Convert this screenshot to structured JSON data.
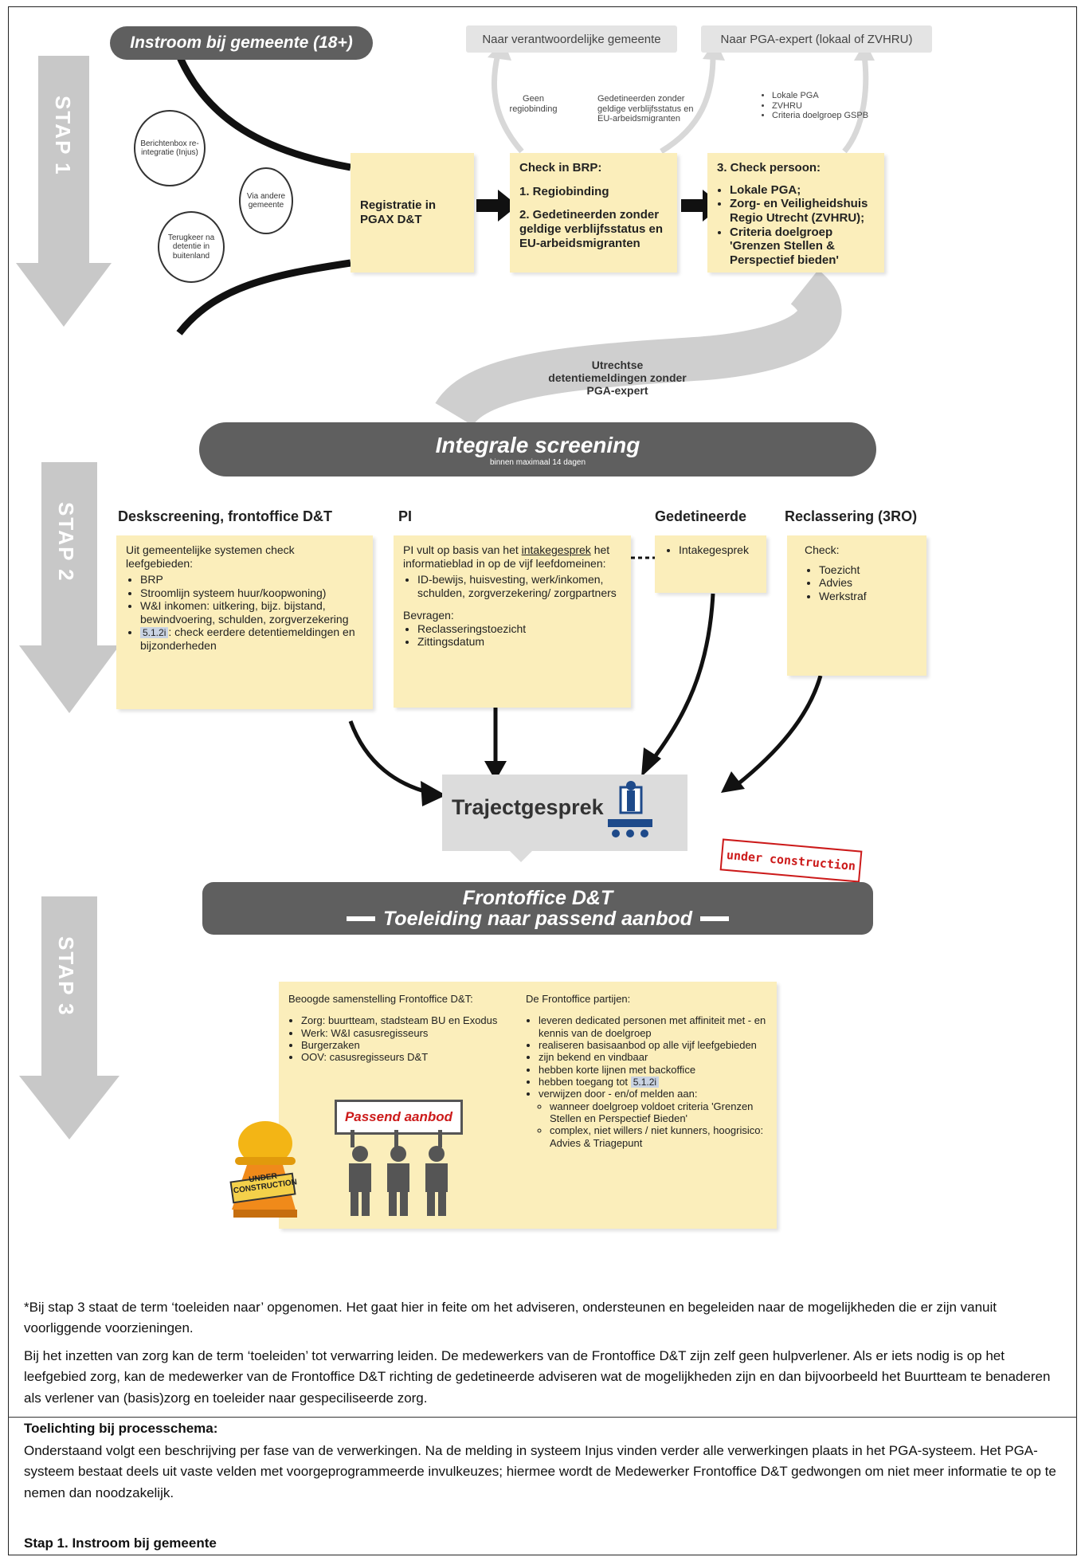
{
  "stap1": {
    "label": "STAP 1",
    "header": "Instroom bij gemeente (18+)",
    "top_tags": [
      "Naar verantwoordelijke gemeente",
      "Naar PGA-expert (lokaal of ZVHRU)"
    ],
    "small_notes": {
      "geen": "Geen regiobinding",
      "gedet": "Gedetineerden zonder geldige verblijfsstatus en EU-arbeidsmigranten",
      "list": [
        "Lokale PGA",
        "ZVHRU",
        "Criteria doelgroep GSPB"
      ]
    },
    "circles": [
      "Berichtenbox re-integratie (Injus)",
      "Via andere gemeente",
      "Terugkeer na detentie in buitenland"
    ],
    "box_registratie": "Registratie in PGAX D&T",
    "box_check_brp": {
      "title": "Check in BRP:",
      "items": [
        "1. Regiobinding",
        "2. Gedetineerden zonder geldige verblijfsstatus en EU-arbeidsmigranten"
      ]
    },
    "box_check_persoon": {
      "title": "3. Check persoon:",
      "items": [
        "Lokale PGA;",
        "Zorg- en Veiligheidshuis Regio Utrecht (ZVHRU);",
        "Criteria doelgroep 'Grenzen Stellen & Perspectief bieden'"
      ]
    },
    "utrechtse": "Utrechtse detentiemeldingen zonder PGA-expert"
  },
  "stap2": {
    "label": "STAP 2",
    "header": "Integrale screening",
    "subheader": "binnen maximaal 14 dagen",
    "col1": {
      "title": "Deskscreening, frontoffice D&T",
      "intro": "Uit gemeentelijke systemen check leefgebieden:",
      "items": [
        "BRP",
        "Stroomlijn systeem huur/koopwoning)",
        "W&I inkomen: uitkering, bijz. bijstand, bewindvoering, schulden, zorgverzekering"
      ],
      "tag": "5.1.2i",
      "last_item": ": check eerdere detentiemeldingen en bijzonderheden"
    },
    "col2": {
      "title": "PI",
      "intro_pre": "PI vult op basis van het ",
      "intro_link": "intakegesprek",
      "intro_post": " het informatieblad in op de vijf leefdomeinen:",
      "items": [
        "ID-bewijs, huisvesting, werk/inkomen, schulden, zorgverzekering/ zorgpartners"
      ],
      "bevragen": "Bevragen:",
      "bevragen_items": [
        "Reclasseringstoezicht",
        "Zittingsdatum"
      ]
    },
    "col3": {
      "title": "Gedetineerde",
      "items": [
        "Intakegesprek"
      ]
    },
    "col4": {
      "title": "Reclassering (3RO)",
      "intro": "Check:",
      "items": [
        "Toezicht",
        "Advies",
        "Werkstraf"
      ]
    },
    "trajectgesprek": "Trajectgesprek"
  },
  "stap3": {
    "label": "STAP 3",
    "under_construction": "under construction",
    "header_line1": "Frontoffice D&T",
    "header_line2": "Toeleiding naar passend aanbod",
    "left_title": "Beoogde samenstelling Frontoffice D&T:",
    "left_items": [
      "Zorg: buurtteam, stadsteam BU en Exodus",
      "Werk: W&I casusregisseurs",
      "Burgerzaken",
      "OOV: casusregisseurs D&T"
    ],
    "passend": "Passend aanbod",
    "right_title": "De Frontoffice partijen:",
    "right_items": [
      "leveren dedicated personen met affiniteit met - en kennis van de doelgroep",
      "realiseren basisaanbod op alle vijf leefgebieden",
      "zijn bekend en vindbaar",
      "hebben korte lijnen met backoffice",
      "hebben toegang tot"
    ],
    "right_tag": "5.1.2i",
    "right_last": "verwijzen door - en/of melden aan:",
    "right_sub": [
      "wanneer doelgroep voldoet criteria 'Grenzen Stellen en Perspectief Bieden'",
      "complex, niet willers / niet kunners, hoogrisico: Advies & Triagepunt"
    ],
    "under_sign": "UNDER CONSTRUCTION"
  },
  "text": {
    "p1": "*Bij stap 3 staat de term ‘toeleiden naar’ opgenomen. Het gaat hier in feite om het adviseren, ondersteunen en begeleiden naar de mogelijkheden die er zijn vanuit voorliggende voorzieningen.",
    "p2": "Bij het inzetten van zorg kan de term ‘toeleiden’ tot verwarring leiden. De medewerkers van de Frontoffice D&T zijn zelf geen hulpverlener. Als er iets nodig is op het leefgebied zorg, kan de medewerker van de Frontoffice D&T richting de gedetineerde adviseren wat de mogelijkheden zijn en dan bijvoorbeeld het Buurtteam te benaderen als verlener van (basis)zorg en toeleider naar gespeciliseerde zorg.",
    "toelichting_title": "Toelichting bij processchema:",
    "toelichting_body": "Onderstaand volgt een beschrijving per fase van de verwerkingen. Na de melding in systeem Injus vinden verder alle verwerkingen plaats in het PGA-systeem. Het PGA-systeem bestaat deels uit vaste velden met voorgeprogrammeerde invulkeuzes; hiermee wordt de Medewerker Frontoffice D&T gedwongen om niet meer informatie te op te nemen dan noodzakelijk.",
    "stap1_heading": "Stap 1. Instroom bij gemeente"
  },
  "colors": {
    "note": "#fbeebb",
    "pill": "#5f5f5f",
    "stap_arrow": "#c8c8c8",
    "red": "#cc1a1a"
  }
}
